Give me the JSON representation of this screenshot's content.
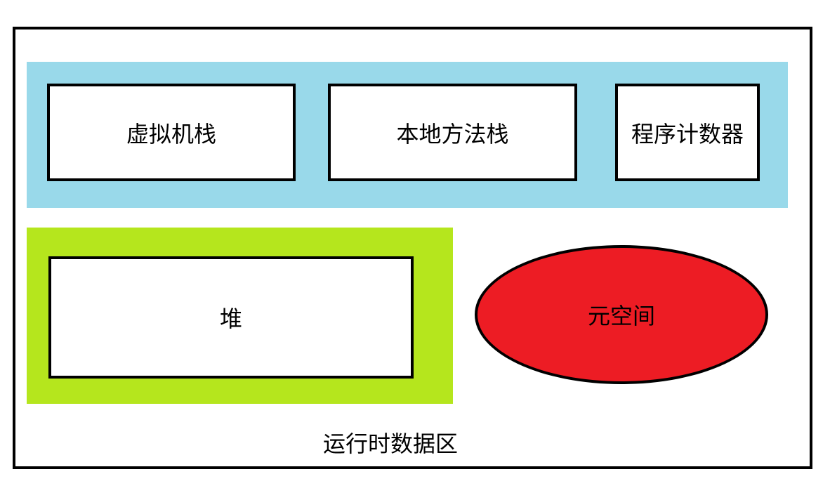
{
  "diagram": {
    "caption": "运行时数据区",
    "thread_private": {
      "color": "#99D9EA",
      "regions": [
        "虚拟机栈",
        "本地方法栈",
        "程序计数器"
      ]
    },
    "heap": {
      "color": "#B5E61D",
      "label": "堆"
    },
    "metaspace": {
      "color": "#ED1C24",
      "label": "元空间"
    }
  }
}
